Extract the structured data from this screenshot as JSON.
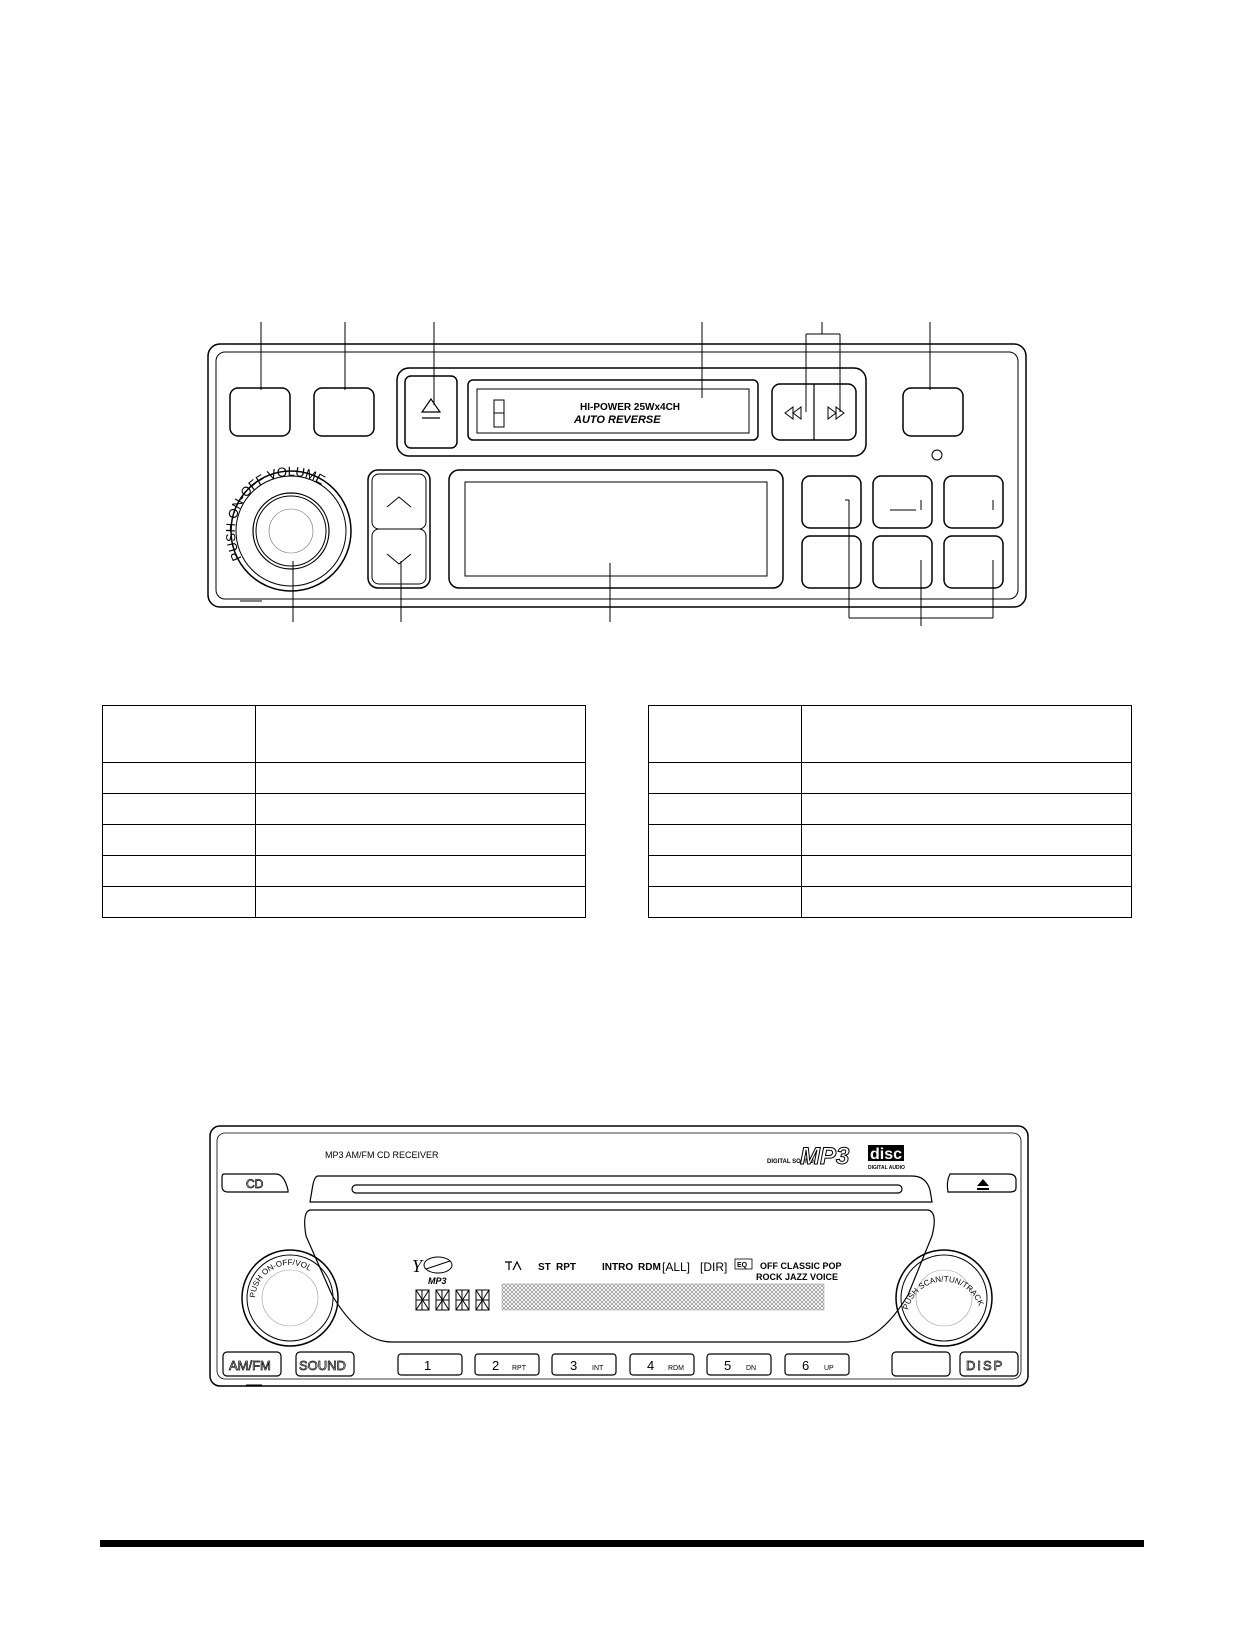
{
  "cassette_unit": {
    "tape_door_line1": "HI-POWER 25Wx4CH",
    "tape_door_line2": "AUTO REVERSE",
    "volume_knob_text": "PUSH ON-OFF VOLUME",
    "eject_icon": "eject-icon",
    "rewind_icon": "rewind-icon",
    "fast_forward_icon": "fast-forward-icon",
    "tune_up_icon": "chevron-up-icon",
    "tune_down_icon": "chevron-down-icon"
  },
  "tables": {
    "left": {
      "rows": 6,
      "columns": 2
    },
    "right": {
      "rows": 6,
      "columns": 2
    }
  },
  "cd_unit": {
    "model_label": "MP3 AM/FM CD RECEIVER",
    "mp3_logo_sub": "DIGITAL SOUND",
    "mp3_logo": "MP3",
    "disc_logo": "disc",
    "disc_logo_sub": "DIGITAL AUDIO",
    "cd_button": "CD",
    "eject_icon": "eject-icon",
    "left_knob_text": "PUSH ON-OFF/VOL",
    "right_knob_text": "PUSH SCAN/TUN/TRACK",
    "display_mp3": "MP3",
    "display_indicators": {
      "st": "ST",
      "rpt": "RPT",
      "intro": "INTRO",
      "rdm": "RDM",
      "all": "[ALL]",
      "dir": "[DIR]",
      "eq": "EQ",
      "eq_modes_line1": "OFF CLASSIC POP",
      "eq_modes_line2": "ROCK JAZZ VOICE"
    },
    "buttons": {
      "am_fm": "AM/FM",
      "sound": "SOUND",
      "disp": "DISP"
    },
    "presets": [
      {
        "num": "1",
        "sub": ""
      },
      {
        "num": "2",
        "sub": "RPT"
      },
      {
        "num": "3",
        "sub": "INT"
      },
      {
        "num": "4",
        "sub": "RDM"
      },
      {
        "num": "5",
        "sub": "DN"
      },
      {
        "num": "6",
        "sub": "UP"
      }
    ]
  },
  "colors": {
    "line": "#000000",
    "faint": "#555555",
    "fill_dark": "#000000"
  }
}
